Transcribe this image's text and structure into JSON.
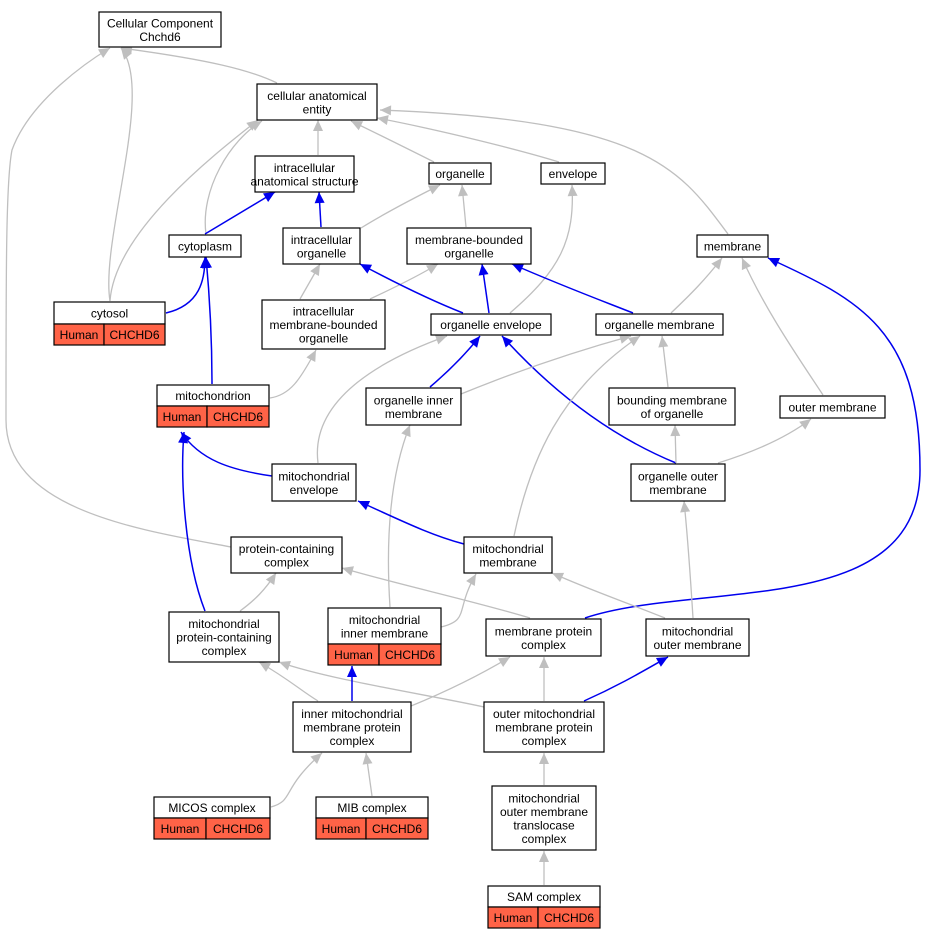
{
  "nodes": {
    "cc_root": [
      "Cellular Component",
      "Chchd6"
    ],
    "cae": [
      "cellular anatomical",
      "entity"
    ],
    "ias": [
      "intracellular",
      "anatomical structure"
    ],
    "organelle": [
      "organelle"
    ],
    "envelope": [
      "envelope"
    ],
    "cytoplasm": [
      "cytoplasm"
    ],
    "intra_org": [
      "intracellular",
      "organelle"
    ],
    "mbo": [
      "membrane-bounded",
      "organelle"
    ],
    "membrane": [
      "membrane"
    ],
    "cytosol": [
      "cytosol"
    ],
    "imbo": [
      "intracellular",
      "membrane-bounded",
      "organelle"
    ],
    "org_env": [
      "organelle envelope"
    ],
    "org_mem": [
      "organelle membrane"
    ],
    "mito": [
      "mitochondrion"
    ],
    "oim": [
      "organelle inner",
      "membrane"
    ],
    "bmo": [
      "bounding membrane",
      "of organelle"
    ],
    "outer_mem": [
      "outer membrane"
    ],
    "mito_env": [
      "mitochondrial",
      "envelope"
    ],
    "oom": [
      "organelle outer",
      "membrane"
    ],
    "pcc": [
      "protein-containing",
      "complex"
    ],
    "mito_mem": [
      "mitochondrial",
      "membrane"
    ],
    "mpcc": [
      "mitochondrial",
      "protein-containing",
      "complex"
    ],
    "mim": [
      "mitochondrial",
      "inner membrane"
    ],
    "mpc": [
      "membrane protein",
      "complex"
    ],
    "mom": [
      "mitochondrial",
      "outer membrane"
    ],
    "imm_pc": [
      "inner mitochondrial",
      "membrane protein",
      "complex"
    ],
    "omm_pc": [
      "outer mitochondrial",
      "membrane protein",
      "complex"
    ],
    "micos": [
      "MICOS complex"
    ],
    "mib": [
      "MIB complex"
    ],
    "tom": [
      "mitochondrial",
      "outer membrane",
      "translocase",
      "complex"
    ],
    "sam": [
      "SAM complex"
    ]
  },
  "annotation": {
    "species": "Human",
    "gene": "CHCHD6"
  },
  "annotated_nodes": [
    "cytosol",
    "mito",
    "mim",
    "micos",
    "mib",
    "sam"
  ],
  "colors": {
    "annotation_fill": "#ff6347",
    "highlight_edge": "#0000ee",
    "edge": "#bfbfbf"
  }
}
